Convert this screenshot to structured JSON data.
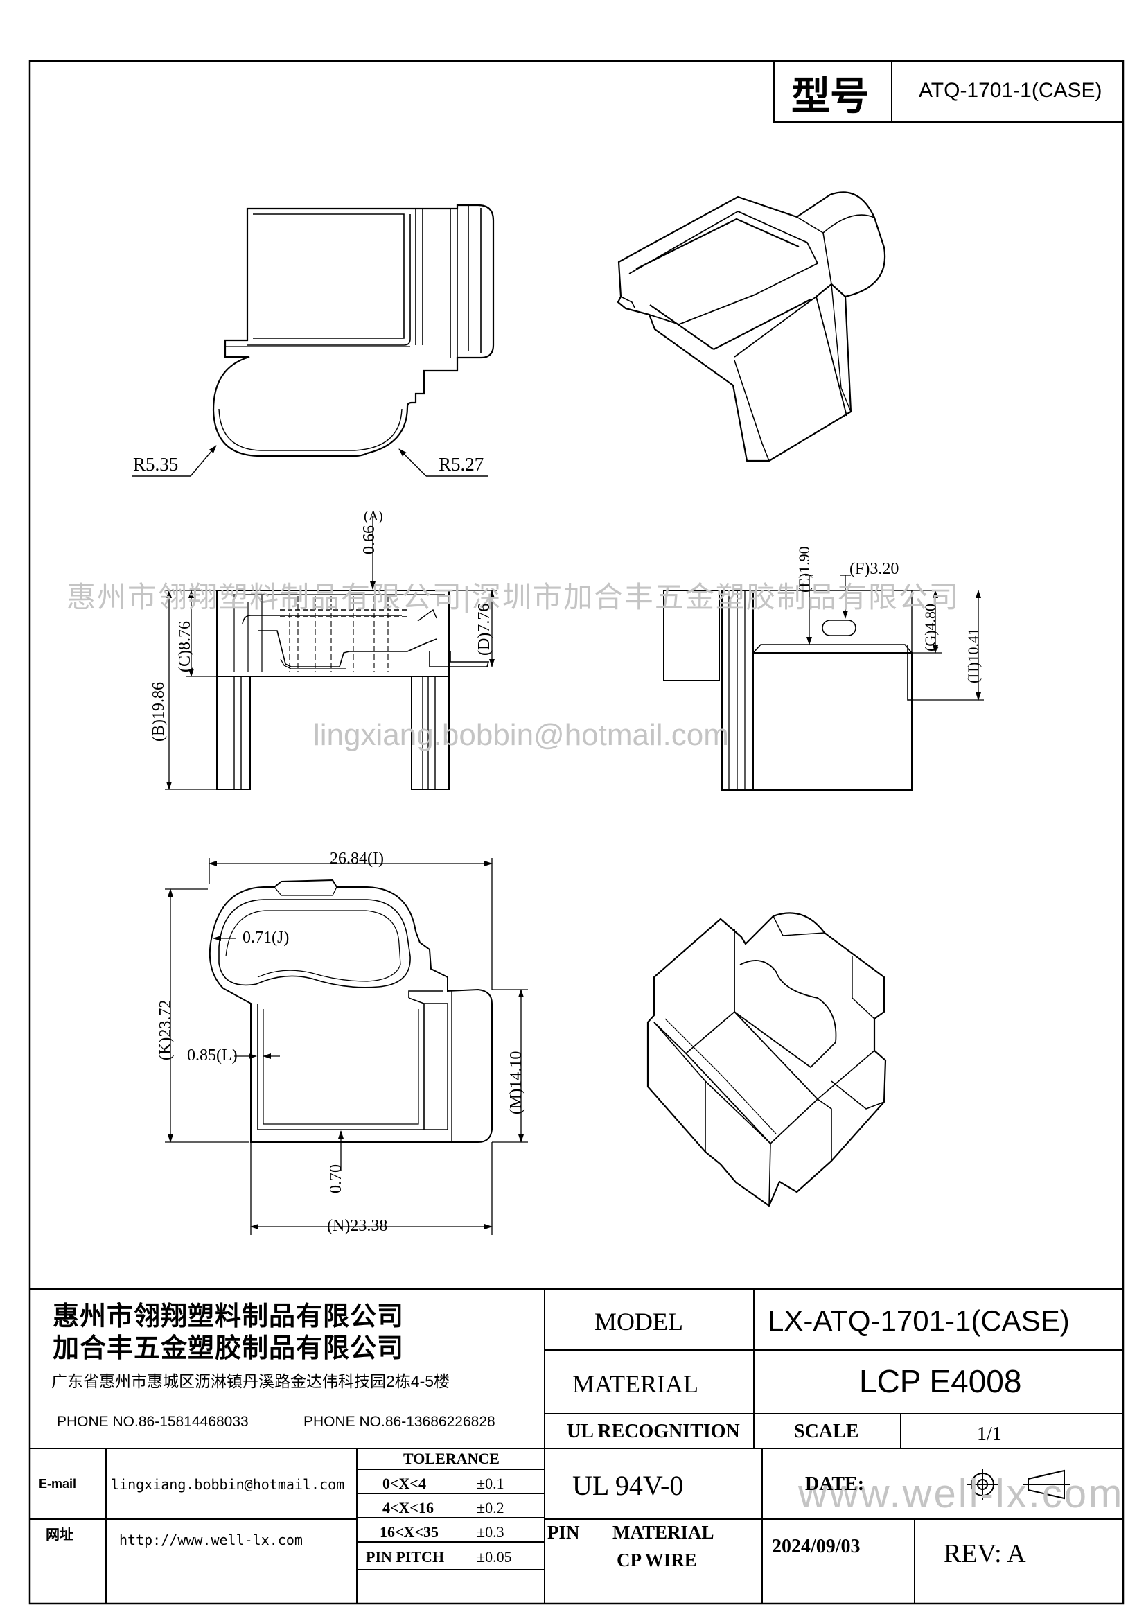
{
  "header": {
    "model_label": "型号",
    "model_value": "ATQ-1701-1(CASE)"
  },
  "watermarks": {
    "company": "惠州市翎翔塑料制品有限公司|深圳市加合丰五金塑胶制品有限公司",
    "email": "lingxiang.bobbin@hotmail.com",
    "site": "www.well-lx.com"
  },
  "dimensions": {
    "r1": "R5.35",
    "r2": "R5.27",
    "a_val": "0.66",
    "a_tag": "A",
    "b_val": "19.86",
    "b_tag": "B",
    "c_val": "8.76",
    "c_tag": "C",
    "d_val": "7.76",
    "d_tag": "D",
    "e_val": "1.90",
    "e_tag": "E",
    "f_val": "3.20",
    "f_tag": "F",
    "g_val": "4.80",
    "g_tag": "G",
    "h_val": "10.41",
    "h_tag": "H",
    "i_val": "26.84",
    "i_tag": "I",
    "j_val": "0.71",
    "j_tag": "J",
    "k_val": "23.72",
    "k_tag": "K",
    "l_val": "0.85",
    "l_tag": "L",
    "m_val": "14.10",
    "m_tag": "M",
    "n_val": "23.38",
    "n_tag": "N",
    "p_val": "0.70"
  },
  "title_block": {
    "company_1": "惠州市翎翔塑料制品有限公司",
    "company_2": "加合丰五金塑胶制品有限公司",
    "address": "广东省惠州市惠城区沥淋镇丹溪路金达伟科技园2栋4-5楼",
    "phone_1": "PHONE NO.86-15814468033",
    "phone_2": "PHONE NO.86-13686226828",
    "email_label": "E-mail",
    "email_value": "lingxiang.bobbin@hotmail.com",
    "web_label": "网址",
    "web_value": "http://www.well-lx.com",
    "tolerance_header": "TOLERANCE",
    "tolerances": [
      {
        "range": "0<X<4",
        "value": "±0.1"
      },
      {
        "range": "4<X<16",
        "value": "±0.2"
      },
      {
        "range": "16<X<35",
        "value": "±0.3"
      },
      {
        "range": "PIN PITCH",
        "value": "±0.05"
      }
    ],
    "model_label": "MODEL",
    "model_value": "LX-ATQ-1701-1(CASE)",
    "material_label": "MATERIAL",
    "material_value": "LCP E4008",
    "ul_label": "UL RECOGNITION",
    "scale_label": "SCALE",
    "scale_value": "1/1",
    "ul_value": "UL 94V-0",
    "date_label": "DATE:",
    "pin_label": "PIN",
    "pin_material_1": "MATERIAL",
    "pin_material_2": "CP WIRE",
    "date_value": "2024/09/03",
    "rev": "REV: A"
  }
}
